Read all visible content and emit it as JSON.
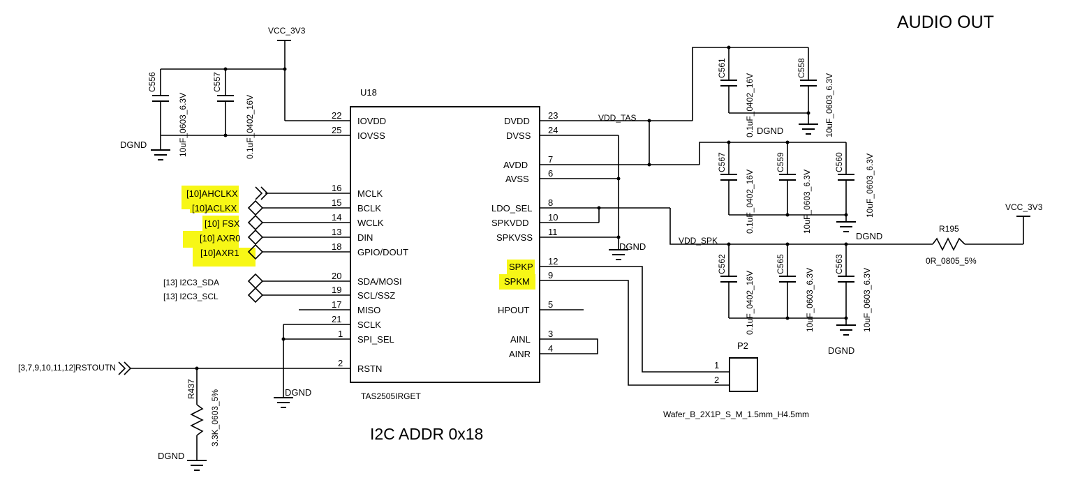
{
  "title": "AUDIO OUT",
  "note": "I2C ADDR 0x18",
  "colors": {
    "highlight": "#f7f716",
    "wire": "#000000"
  },
  "ic": {
    "ref": "U18",
    "part": "TAS2505IRGET",
    "left_pins": [
      {
        "num": "22",
        "name": "IOVDD"
      },
      {
        "num": "25",
        "name": "IOVSS"
      },
      {
        "num": "16",
        "name": "MCLK"
      },
      {
        "num": "15",
        "name": "BCLK"
      },
      {
        "num": "14",
        "name": "WCLK"
      },
      {
        "num": "13",
        "name": "DIN"
      },
      {
        "num": "18",
        "name": "GPIO/DOUT"
      },
      {
        "num": "20",
        "name": "SDA/MOSI"
      },
      {
        "num": "19",
        "name": "SCL/SSZ"
      },
      {
        "num": "17",
        "name": "MISO"
      },
      {
        "num": "21",
        "name": "SCLK"
      },
      {
        "num": "1",
        "name": "SPI_SEL"
      },
      {
        "num": "2",
        "name": "RSTN"
      }
    ],
    "right_pins": [
      {
        "num": "23",
        "name": "DVDD"
      },
      {
        "num": "24",
        "name": "DVSS"
      },
      {
        "num": "7",
        "name": "AVDD"
      },
      {
        "num": "6",
        "name": "AVSS"
      },
      {
        "num": "8",
        "name": "LDO_SEL"
      },
      {
        "num": "10",
        "name": "SPKVDD"
      },
      {
        "num": "11",
        "name": "SPKVSS"
      },
      {
        "num": "12",
        "name": "SPKP"
      },
      {
        "num": "9",
        "name": "SPKM"
      },
      {
        "num": "5",
        "name": "HPOUT"
      },
      {
        "num": "3",
        "name": "AINL"
      },
      {
        "num": "4",
        "name": "AINR"
      }
    ]
  },
  "ports": [
    {
      "name": "[10]AHCLKX",
      "highlighted": true
    },
    {
      "name": "[10]ACLKX",
      "highlighted": true
    },
    {
      "name": "[10] FSX",
      "highlighted": true
    },
    {
      "name": "[10] AXR0",
      "highlighted": true
    },
    {
      "name": "[10]AXR1",
      "highlighted": true
    },
    {
      "name": "[13]   I2C3_SDA",
      "highlighted": false
    },
    {
      "name": "[13]   I2C3_SCL",
      "highlighted": false
    },
    {
      "name": "[3,7,9,10,11,12]",
      "highlighted": false
    },
    {
      "name": "RSTOUTN",
      "highlighted": false
    }
  ],
  "nets": {
    "vcc1": "VCC_3V3",
    "vcc2": "VCC_3V3",
    "vdd_tas": "VDD_TAS",
    "vdd_spk": "VDD_SPK",
    "dgnd": "DGND"
  },
  "caps": [
    {
      "ref": "C556",
      "value": "10uF_0603_6.3V"
    },
    {
      "ref": "C557",
      "value": "0.1uF_0402_16V"
    },
    {
      "ref": "C561",
      "value": "0.1uF_0402_16V"
    },
    {
      "ref": "C558",
      "value": "10uF_0603_6.3V"
    },
    {
      "ref": "C567",
      "value": "0.1uF_0402_16V"
    },
    {
      "ref": "C559",
      "value": "10uF_0603_6.3V"
    },
    {
      "ref": "C560",
      "value": "10uF_0603_6.3V"
    },
    {
      "ref": "C562",
      "value": "0.1uF_0402_16V"
    },
    {
      "ref": "C565",
      "value": "10uF_0603_6.3V"
    },
    {
      "ref": "C563",
      "value": "10uF_0603_6.3V"
    }
  ],
  "resistors": [
    {
      "ref": "R195",
      "value": "0R_0805_5%"
    },
    {
      "ref": "R437",
      "value": "3.3K_0603_5%"
    }
  ],
  "connector": {
    "ref": "P2",
    "part": "Wafer_B_2X1P_S_M_1.5mm_H4.5mm",
    "pins": [
      "1",
      "2"
    ]
  }
}
